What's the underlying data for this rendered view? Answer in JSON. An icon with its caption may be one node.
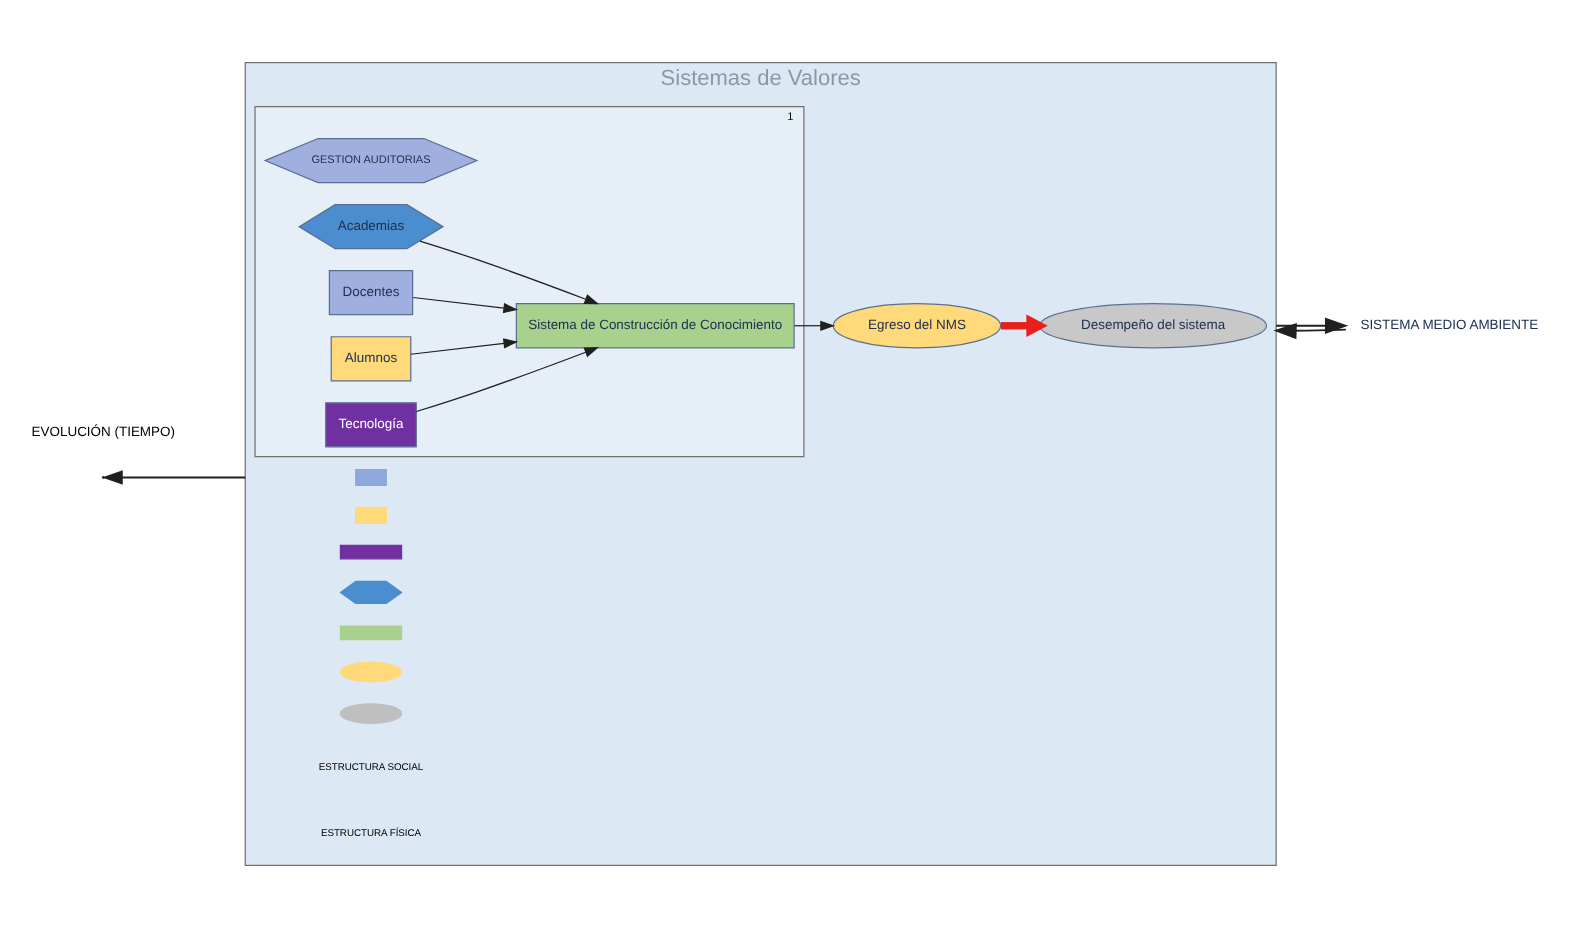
{
  "diagram": {
    "nodes": [
      {
        "text": [
          "Sistemas de Valores"
        ]
      },
      {
        "text": [],
        "shape": "box",
        "in": 0
      },
      {
        "text": [],
        "shape": "box",
        "in": 0
      },
      {
        "text": [],
        "shape": "bar",
        "in": 0
      },
      {
        "text": [],
        "shape": "hexagon",
        "in": 0
      },
      {
        "text": [],
        "shape": "bar",
        "in": 0
      },
      {
        "text": [],
        "shape": "ellipse",
        "in": 0
      },
      {
        "text": [],
        "shape": "ellipse",
        "in": 0
      },
      {
        "text": [
          "1"
        ],
        "in": 0
      },
      {
        "text": [
          "GESTION AUDITORIAS"
        ],
        "in": 8
      },
      {
        "text": [
          "Academias"
        ],
        "in": 8
      },
      {
        "text": [
          "Docentes"
        ],
        "in": 8
      },
      {
        "text": [
          "Alumnos"
        ],
        "in": 8
      },
      {
        "text": [
          "Sistema de Construcción de Conocimiento"
        ],
        "in": 8
      },
      {
        "text": [
          "Tecnología"
        ],
        "in": 8
      },
      {
        "text": [
          "Egreso del NMS"
        ],
        "in": 0
      },
      {
        "text": [
          "Desempeño del sistema"
        ],
        "in": 0
      },
      {
        "text": [
          "SISTEMA MEDIO AMBIENTE"
        ]
      }
    ],
    "edges": [
      {
        "from": 10,
        "to": 13,
        "arrow": "to"
      },
      {
        "from": 11,
        "to": 13,
        "arrow": "to"
      },
      {
        "from": 12,
        "to": 13,
        "arrow": "to"
      },
      {
        "from": 14,
        "to": 13,
        "arrow": "to"
      },
      {
        "from": 13,
        "to": 15,
        "arrow": "to"
      },
      {
        "from": 15,
        "to": 16,
        "arrow": "to",
        "style": "thick",
        "color": "#e8201c"
      },
      {
        "from": 0,
        "to": null,
        "arrow": "to"
      },
      {
        "from": 0,
        "to": 17,
        "arrow": "to"
      },
      {
        "from": 17,
        "to": 0,
        "arrow": "to"
      }
    ],
    "labels": [
      "ESTRUCTURA SOCIAL",
      "ESTRUCTURA FÍSICA",
      "EVOLUCIÓN (TIEMPO)"
    ]
  }
}
